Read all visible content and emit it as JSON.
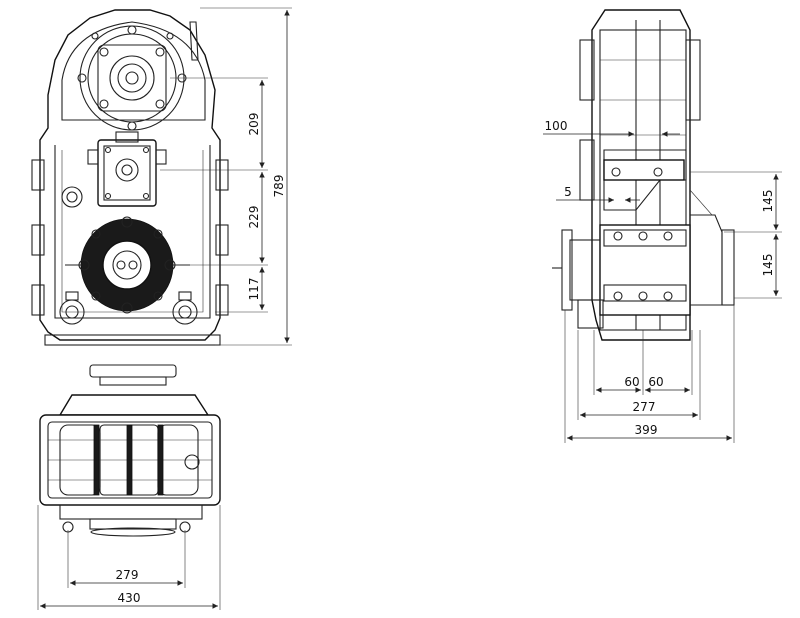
{
  "dimensions": {
    "front_view": {
      "d209": "209",
      "d229": "229",
      "d117": "117",
      "d789": "789"
    },
    "side_view": {
      "d100": "100",
      "d5": "5",
      "d145a": "145",
      "d145b": "145",
      "d60a": "60",
      "d60b": "60",
      "d277": "277",
      "d399": "399"
    },
    "top_view": {
      "d279": "279",
      "d430": "430"
    }
  },
  "colors": {
    "line": "#222222",
    "background": "#ffffff",
    "fill_dark": "#1a1a1a"
  }
}
